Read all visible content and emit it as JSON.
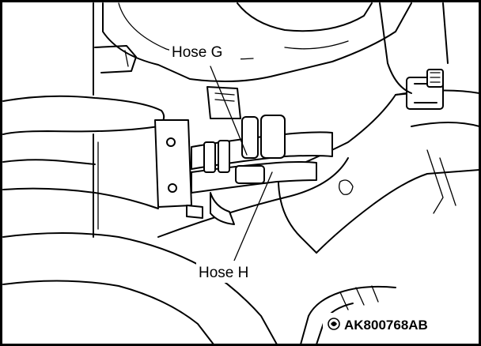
{
  "diagram": {
    "labels": {
      "hose_g": "Hose G",
      "hose_h": "Hose H"
    },
    "figure_code": "AK800768AB"
  }
}
